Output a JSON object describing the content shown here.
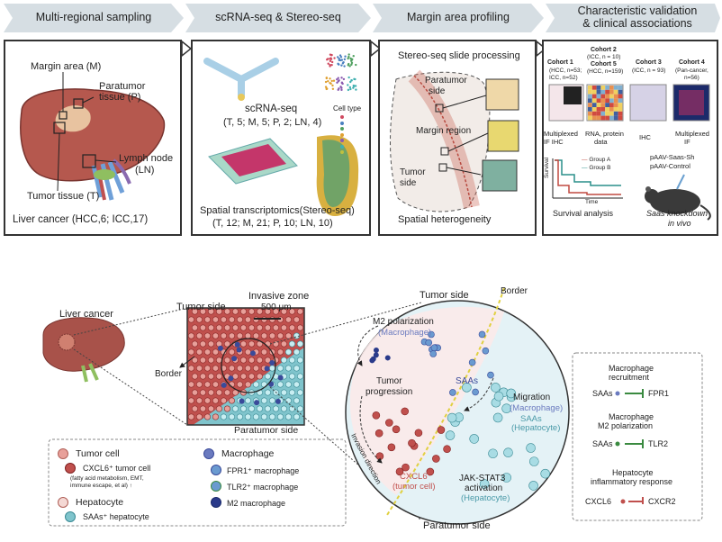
{
  "workflow": {
    "steps": [
      {
        "label": "Multi-regional sampling"
      },
      {
        "label": "scRNA-seq & Stereo-seq"
      },
      {
        "label": "Margin area profiling"
      },
      {
        "label": "Characteristic validation",
        "label2": "& clinical associations"
      }
    ]
  },
  "panel1": {
    "margin_area": "Margin area (M)",
    "paratumor": "Paratumor",
    "paratumor2": "tissue (P)",
    "lymph": "Lymph node",
    "lymph2": "(LN)",
    "tumor_tissue": "Tumor tissue (T)",
    "footer": "Liver cancer (HCC,6; ICC,17)"
  },
  "panel2": {
    "scrna_title": "scRNA-seq",
    "scrna_counts": "(T, 5; M, 5; P, 2; LN, 4)",
    "cell_type": "Cell type",
    "spatial_title": "Spatial transcriptomics(Stereo-seq)",
    "spatial_counts": "(T, 12; M, 21; P, 10; LN, 10)"
  },
  "panel3": {
    "title": "Stereo-seq slide processing",
    "paratumor_side": "Paratumor",
    "paratumor_side2": "side",
    "margin_region": "Margin region",
    "tumor_side": "Tumor",
    "tumor_side2": "side",
    "footer": "Spatial heterogeneity"
  },
  "panel4": {
    "cohorts": [
      {
        "name": "Cohort 1",
        "detail": "(HCC, n=53;",
        "detail2": "ICC, n=52)"
      },
      {
        "name": "Cohort 2",
        "detail": "(ICC, n = 10)",
        "name2": "Cohort 5",
        "detail2": "(HCC, n=159)"
      },
      {
        "name": "Cohort 3",
        "detail": "(ICC, n = 93)"
      },
      {
        "name": "Cohort 4",
        "detail": "(Pan-cancer,",
        "detail2": "n=56)"
      }
    ],
    "methods": [
      {
        "line1": "Multiplexed",
        "line2": "IF IHC"
      },
      {
        "line1": "RNA, protein",
        "line2": "data"
      },
      {
        "line1": "IHC",
        "line2": ""
      },
      {
        "line1": "Multiplexed",
        "line2": "IF"
      }
    ],
    "group_a": "Group A",
    "group_b": "Group B",
    "survival_axis": "Survival",
    "time_axis": "Time",
    "survival_label": "Survival analysis",
    "paav1": "pAAV-Saas-Sh",
    "paav2": "pAAV-Control",
    "knockdown": "Saas knockdown",
    "in_vivo": "in vivo"
  },
  "bottom": {
    "liver_cancer": "Liver cancer",
    "tumor_side": "Tumor side",
    "invasive_zone": "Invasive zone",
    "scale": "500 μm",
    "border": "Border",
    "paratumor_side": "Paratumor side",
    "circle_tumor_side": "Tumor side",
    "circle_border": "Border",
    "m2_polarization": "M2 polarization",
    "macrophage_paren": "(Macrophage)",
    "tumor_progression": "Tumor",
    "tumor_progression2": "progression",
    "saas": "SAAs",
    "migration": "Migration",
    "migration_macrophage": "(Macrophage)",
    "saas2": "SAAs",
    "hepatocyte_paren": "(Hepatocyte)",
    "invasion_direction": "Invasion direction",
    "cxcl6": "CXCL6⁺",
    "tumor_cell_paren": "(tumor cell)",
    "jak_stat": "JAK-STAT3",
    "activation": "activation",
    "hepatocyte_paren2": "(Hepatocyte)",
    "paratumor_bottom": "Paratumor side"
  },
  "legend": {
    "tumor_cell": "Tumor cell",
    "cxcl6_tumor": "CXCL6⁺ tumor cell",
    "cxcl6_detail": "(fatty acid metabolism, EMT,",
    "cxcl6_detail2": "immune escape, et al) ↑",
    "hepatocyte": "Hepatocyte",
    "saas_hep": "SAAs⁺ hepatocyte",
    "macrophage": "Macrophage",
    "fpr1_mac": "FPR1⁺ macrophage",
    "tlr2_mac": "TLR2⁺ macrophage",
    "m2_mac": "M2 macrophage"
  },
  "right_legend": {
    "recruitment": "Macrophage",
    "recruitment2": "recruitment",
    "saas_a": "SAAs",
    "fpr1": "FPR1",
    "m2_title": "Macrophage",
    "m2_title2": "M2 polarization",
    "saas_b": "SAAs",
    "tlr2": "TLR2",
    "inflammatory": "Hepatocyte",
    "inflammatory2": "inflammatory response",
    "cxcl6": "CXCL6",
    "cxcr2": "CXCR2"
  },
  "colors": {
    "tumor": "#c0504d",
    "tumor_light": "#e8a09a",
    "hepatocyte": "#7fc4cc",
    "macrophage": "#3a4a9a",
    "arrow": "#d6dee3",
    "liver": "#a8524a",
    "gold": "#e8c85a"
  }
}
